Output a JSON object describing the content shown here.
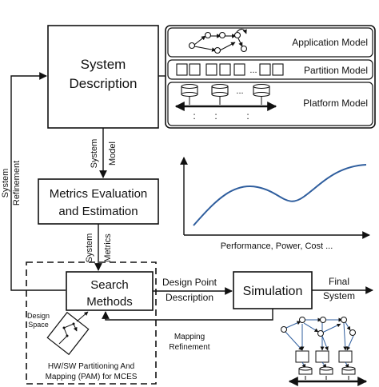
{
  "blocks": {
    "system_description": [
      "System",
      "Description"
    ],
    "metrics": [
      "Metrics Evaluation",
      "and Estimation"
    ],
    "search": [
      "Search",
      "Methods"
    ],
    "simulation": "Simulation"
  },
  "models": {
    "application": "Application Model",
    "partition": "Partition Model",
    "platform": "Platform Model"
  },
  "arrow_labels": {
    "system_model": [
      "System",
      "Model"
    ],
    "system_metrics": [
      "System",
      "Metrics"
    ],
    "system_refinement": [
      "System",
      "Refinement"
    ],
    "design_point": [
      "Design Point",
      "Description"
    ],
    "final_system": [
      "Final",
      "System"
    ],
    "mapping_refinement": [
      "Mapping",
      "Refinement"
    ],
    "design_space": [
      "Design",
      "Space"
    ],
    "pam": [
      "HW/SW Partitioning And",
      "Mapping (PAM) for MCES"
    ]
  },
  "curve": {
    "xlabel": "Performance, Power, Cost ..."
  },
  "glyphs": {
    "ellipsis": "...",
    "vdots": ":"
  }
}
